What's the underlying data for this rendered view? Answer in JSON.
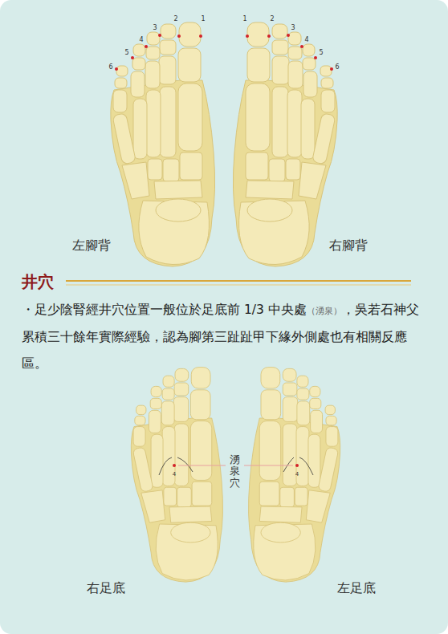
{
  "diagram": {
    "title": "井穴",
    "labels": [
      "1",
      "2",
      "3",
      "4",
      "5",
      "6",
      "1",
      "2",
      "3",
      "4",
      "5",
      "6",
      "左腳背",
      "右腳背",
      "・足少陰腎經井穴位置一般位於足底前 1/3 中央處",
      "（湧泉）",
      "，吳若石神父累積三十餘年實際經驗，認為腳第三趾趾甲下緣外側處也有相關反應區。",
      "4",
      "湧泉穴",
      "4",
      "右足底",
      "左足底"
    ]
  }
}
